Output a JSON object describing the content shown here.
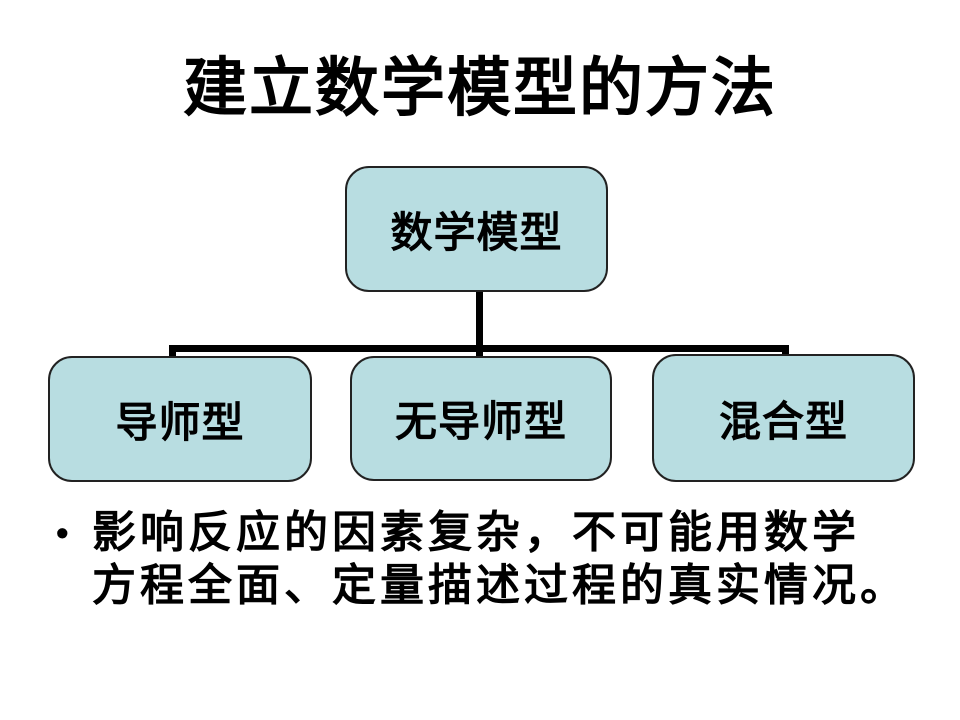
{
  "slide": {
    "title": "建立数学模型的方法"
  },
  "diagram": {
    "type": "hierarchy",
    "root": {
      "label": "数学模型"
    },
    "children": [
      {
        "label": "导师型"
      },
      {
        "label": "无导师型"
      },
      {
        "label": "混合型"
      }
    ],
    "colors": {
      "box_fill": "#b8dde1",
      "box_border": "#222222",
      "connector": "#000000"
    }
  },
  "bullet": {
    "marker": "•",
    "lines": [
      "影响反应的因素复杂，不可能用数学",
      "方程全面、定量描述过程的真实情况。"
    ]
  }
}
